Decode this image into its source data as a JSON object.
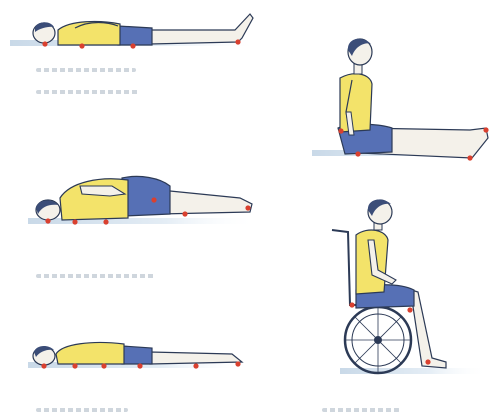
{
  "illustration": {
    "poses": [
      {
        "name": "supine",
        "caption": ""
      },
      {
        "name": "long-sitting",
        "caption": ""
      },
      {
        "name": "side-lying",
        "caption": ""
      },
      {
        "name": "wheelchair-sitting",
        "caption": ""
      },
      {
        "name": "prone",
        "caption": ""
      }
    ]
  },
  "colors": {
    "skin": "#f4f1ea",
    "outline": "#2c3a56",
    "shirt": "#f3e36a",
    "shorts": "#5670b5",
    "hair": "#3b4d78",
    "pressure_point": "#d9402f",
    "ground": "#dce7f1",
    "wheel": "#2c3a56"
  }
}
